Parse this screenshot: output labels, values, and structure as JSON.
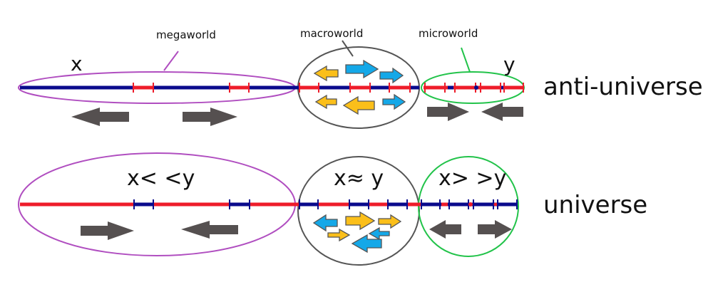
{
  "colors": {
    "blue_line": "#0a0a8c",
    "red_line": "#ee1c2a",
    "megaworld_outline": "#b04ec0",
    "macroworld_outline": "#555555",
    "microworld_outline": "#22c34a",
    "gray_arrow": "#555050",
    "yellow_arrow": "#fbbf1a",
    "cyan_arrow": "#14a8e8"
  },
  "labels": {
    "megaworld": "megaworld",
    "macroworld": "macroworld",
    "microworld": "microworld",
    "x": "x",
    "y": "y",
    "anti_universe": "anti-universe",
    "universe": "universe",
    "rel_less": "x< <y",
    "rel_approx": "x≈ y",
    "rel_greater": "x> >y"
  },
  "rows": [
    {
      "name": "anti-universe",
      "base_color": "blue",
      "segment_color": "red",
      "regions": [
        {
          "name": "megaworld",
          "arrows": "outward"
        },
        {
          "name": "macroworld",
          "arrows": "mixed"
        },
        {
          "name": "microworld",
          "arrows": "inward"
        }
      ]
    },
    {
      "name": "universe",
      "base_color": "red",
      "segment_color": "blue",
      "regions": [
        {
          "name": "megaworld",
          "relation": "x<<y",
          "arrows": "inward"
        },
        {
          "name": "macroworld",
          "relation": "x≈y",
          "arrows": "mixed"
        },
        {
          "name": "microworld",
          "relation": "x>>y",
          "arrows": "outward"
        }
      ]
    }
  ]
}
